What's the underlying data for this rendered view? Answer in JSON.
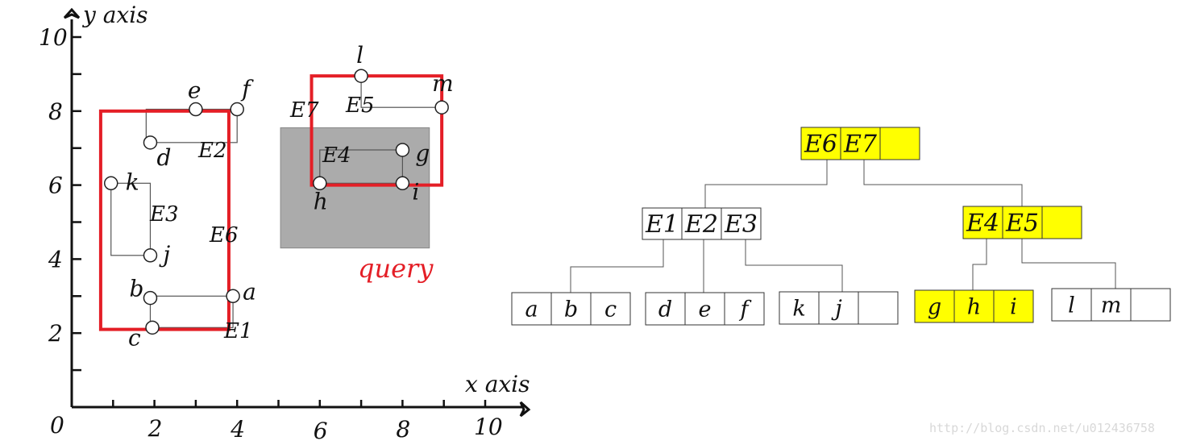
{
  "colors": {
    "mbr_red": "#e41e26",
    "query_gray": "#ababab",
    "highlight_yellow": "#ffff00",
    "line": "#555555",
    "text": "#111111"
  },
  "scatter": {
    "x_axis_label": "x axis",
    "y_axis_label": "y axis",
    "origin_label": "0",
    "x_ticks": [
      "2",
      "4",
      "6",
      "8",
      "10"
    ],
    "y_ticks": [
      "2",
      "4",
      "6",
      "8",
      "10"
    ],
    "query_label": "query",
    "points": [
      {
        "label": "a",
        "x": 3.9,
        "y": 3.0
      },
      {
        "label": "b",
        "x": 1.9,
        "y": 2.95
      },
      {
        "label": "c",
        "x": 1.95,
        "y": 2.15
      },
      {
        "label": "d",
        "x": 1.9,
        "y": 7.15
      },
      {
        "label": "e",
        "x": 3.0,
        "y": 8.05
      },
      {
        "label": "f",
        "x": 4.0,
        "y": 8.05
      },
      {
        "label": "g",
        "x": 8.0,
        "y": 6.95
      },
      {
        "label": "h",
        "x": 6.0,
        "y": 6.05
      },
      {
        "label": "i",
        "x": 8.0,
        "y": 6.05
      },
      {
        "label": "j",
        "x": 1.9,
        "y": 4.1
      },
      {
        "label": "k",
        "x": 0.95,
        "y": 6.05
      },
      {
        "label": "l",
        "x": 7.0,
        "y": 8.95
      },
      {
        "label": "m",
        "x": 8.95,
        "y": 8.1
      }
    ],
    "mbrs": [
      {
        "name": "E1",
        "x1": 1.9,
        "x2": 3.9,
        "y1": 2.15,
        "y2": 3.0,
        "style": "thin"
      },
      {
        "name": "E2",
        "x1": 1.8,
        "x2": 4.0,
        "y1": 7.15,
        "y2": 8.05,
        "style": "thin"
      },
      {
        "name": "E3",
        "x1": 0.95,
        "x2": 1.9,
        "y1": 4.1,
        "y2": 6.05,
        "style": "thin"
      },
      {
        "name": "E4",
        "x1": 6.0,
        "x2": 8.0,
        "y1": 6.05,
        "y2": 6.95,
        "style": "thin"
      },
      {
        "name": "E5",
        "x1": 7.0,
        "x2": 8.95,
        "y1": 8.1,
        "y2": 8.95,
        "style": "thin"
      },
      {
        "name": "E6",
        "x1": 0.7,
        "x2": 3.8,
        "y1": 2.1,
        "y2": 8.0,
        "style": "red"
      },
      {
        "name": "E7",
        "x1": 5.8,
        "x2": 8.95,
        "y1": 6.0,
        "y2": 8.95,
        "style": "red"
      }
    ],
    "query": {
      "x1": 5.05,
      "x2": 8.65,
      "y1": 4.3,
      "y2": 7.55
    },
    "mbr_labels": [
      "E1",
      "E2",
      "E3",
      "E4",
      "E5",
      "E6",
      "E7"
    ]
  },
  "tree": {
    "root": {
      "entries": [
        "E6",
        "E7",
        ""
      ],
      "highlight": true
    },
    "internal": [
      {
        "entries": [
          "E1",
          "E2",
          "E3"
        ],
        "highlight": false
      },
      {
        "entries": [
          "E4",
          "E5",
          ""
        ],
        "highlight": true
      }
    ],
    "leaves": [
      {
        "entries": [
          "a",
          "b",
          "c"
        ],
        "highlight": false
      },
      {
        "entries": [
          "d",
          "e",
          "f"
        ],
        "highlight": false
      },
      {
        "entries": [
          "k",
          "j",
          ""
        ],
        "highlight": false
      },
      {
        "entries": [
          "g",
          "h",
          "i"
        ],
        "highlight": true
      },
      {
        "entries": [
          "l",
          "m",
          ""
        ],
        "highlight": false
      }
    ]
  },
  "watermark": "http://blog.csdn.net/u012436758"
}
